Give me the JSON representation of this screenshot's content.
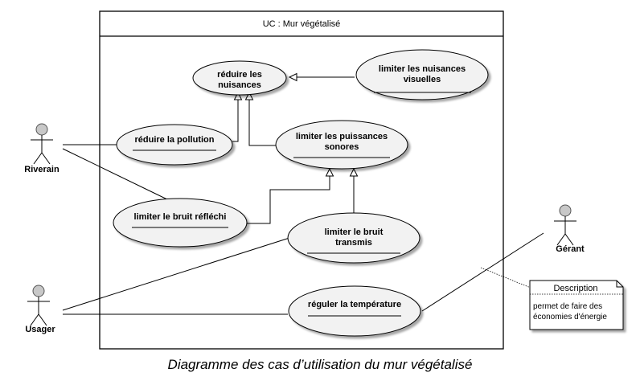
{
  "system": {
    "title": "UC : Mur végétalisé"
  },
  "use_cases": {
    "reduire_nuisances": [
      "réduire les",
      "nuisances"
    ],
    "limiter_visuelles": [
      "limiter les nuisances",
      "visuelles"
    ],
    "reduire_pollution": [
      "réduire la pollution"
    ],
    "limiter_sonores": [
      "limiter les puissances",
      "sonores"
    ],
    "limiter_reflechi": [
      "limiter le bruit réfléchi"
    ],
    "limiter_transmis": [
      "limiter le bruit",
      "transmis"
    ],
    "reguler_temperature": [
      "réguler la température"
    ]
  },
  "actors": {
    "riverain": "Riverain",
    "usager": "Usager",
    "gerant": "Gérant"
  },
  "note": {
    "title": "Description",
    "lines": [
      "permet de faire des",
      "économies d'énergie"
    ]
  },
  "caption": "Diagramme des cas d’utilisation du mur végétalisé"
}
